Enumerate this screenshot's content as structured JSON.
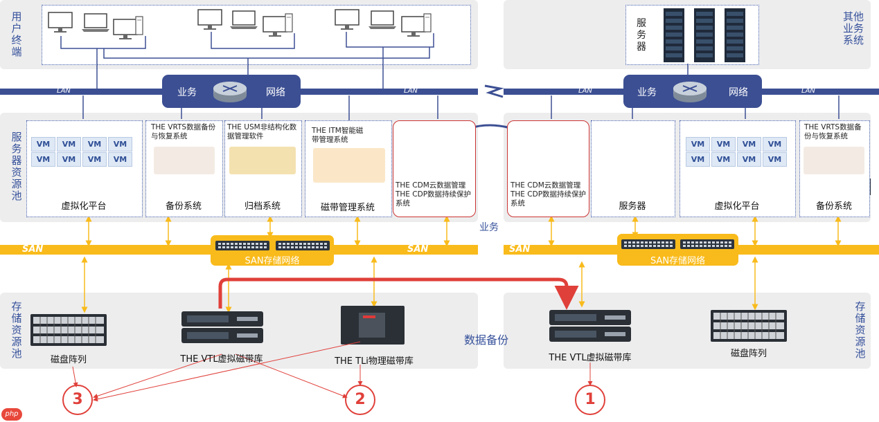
{
  "left": {
    "user_terminal_label": "用户\n终端",
    "server_pool_label": "服务\n器资\n源池",
    "storage_pool_label": "存储\n资源\n池",
    "lan_left": "LAN",
    "lan_right": "LAN",
    "hub_business": "业务",
    "hub_network": "网络",
    "cards": [
      {
        "caption": "虚拟化平台"
      },
      {
        "title": "THE VRTS数据备份与恢复系统",
        "caption": "备份系统"
      },
      {
        "title": "THE USM非结构化数据管理软件",
        "caption": "归档系统"
      },
      {
        "title": "THE ITM智能磁带管理系统",
        "caption": "磁带管理系统"
      },
      {
        "title": "THE CDM云数据管理\nTHE CDP数据持续保护系统"
      }
    ],
    "san_left": "SAN",
    "san_right": "SAN",
    "san_hub": "SAN存储网络",
    "storage": {
      "disk_array": "磁盘阵列",
      "vtl": "THE VTL虚拟磁带库",
      "tli": "THE TLi物理磁带库"
    }
  },
  "right": {
    "server_label": "服\n务\n器",
    "other_business_label": "其他\n业务\n系统",
    "storage_pool_label": "存储\n资源\n池",
    "lan_left": "LAN",
    "lan_right": "LAN",
    "hub_business": "业务",
    "hub_network": "网络",
    "cards": [
      {
        "title": "THE CDM云数据管理\nTHE CDP数据持续保护系统"
      },
      {
        "caption": "服务器"
      },
      {
        "caption": "虚拟化平台"
      },
      {
        "title": "THE VRTS数据备份与恢复系统",
        "caption": "备份系统"
      }
    ],
    "san_left": "SAN",
    "san_hub": "SAN存储网络",
    "storage": {
      "vtl": "THE VTL虚拟磁带库",
      "disk_array": "磁盘阵列"
    }
  },
  "middle": {
    "business_label": "业务",
    "backup_label": "数据备份"
  },
  "markers": [
    "1",
    "2",
    "3"
  ],
  "vm_label": "VM",
  "watermark": "php",
  "colors": {
    "navy": "#3c4f93",
    "san_yellow": "#f9bb1b",
    "red_arrow": "#e0403a",
    "label_blue": "#35509a",
    "panel_gray": "#ededee"
  }
}
